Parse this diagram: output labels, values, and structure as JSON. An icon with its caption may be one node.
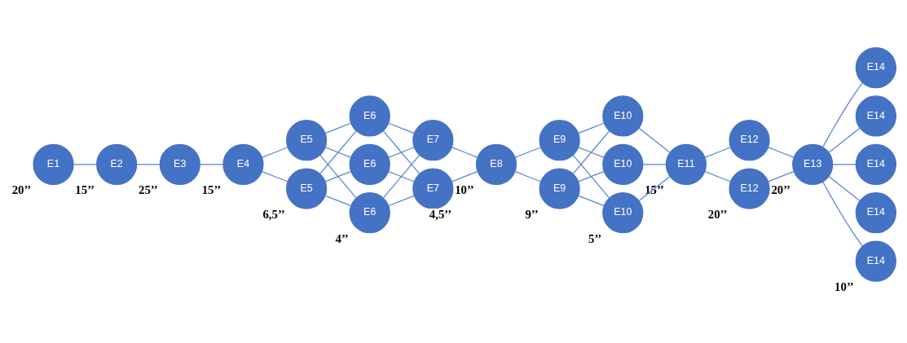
{
  "diagram": {
    "nodes": [
      {
        "text": [
          "E1"
        ],
        "beside": [
          "20’’"
        ]
      },
      {
        "text": [
          "E2"
        ],
        "beside": [
          "15’’"
        ]
      },
      {
        "text": [
          "E3"
        ],
        "beside": [
          "25’’"
        ]
      },
      {
        "text": [
          "E4"
        ],
        "beside": [
          "15’’"
        ]
      },
      {
        "text": [
          "E5"
        ]
      },
      {
        "text": [
          "E5"
        ],
        "beside": [
          "6,5’’"
        ]
      },
      {
        "text": [
          "E6"
        ]
      },
      {
        "text": [
          "E6"
        ]
      },
      {
        "text": [
          "E6"
        ],
        "beside": [
          "4’’"
        ]
      },
      {
        "text": [
          "E7"
        ]
      },
      {
        "text": [
          "E7"
        ],
        "beside": [
          "4,5’’"
        ]
      },
      {
        "text": [
          "E8"
        ],
        "beside": [
          "10’’"
        ]
      },
      {
        "text": [
          "E9"
        ]
      },
      {
        "text": [
          "E9"
        ],
        "beside": [
          "9’’"
        ]
      },
      {
        "text": [
          "E10"
        ]
      },
      {
        "text": [
          "E10"
        ]
      },
      {
        "text": [
          "E10"
        ],
        "beside": [
          "5’’"
        ]
      },
      {
        "text": [
          "E11"
        ],
        "beside": [
          "15’’"
        ]
      },
      {
        "text": [
          "E12"
        ]
      },
      {
        "text": [
          "E12"
        ],
        "beside": [
          "20’’"
        ]
      },
      {
        "text": [
          "E13"
        ],
        "beside": [
          "20’’"
        ]
      },
      {
        "text": [
          "E14"
        ]
      },
      {
        "text": [
          "E14"
        ]
      },
      {
        "text": [
          "E14"
        ]
      },
      {
        "text": [
          "E14"
        ]
      },
      {
        "text": [
          "E14"
        ],
        "beside": [
          "10’’"
        ]
      }
    ],
    "edges": [
      {
        "from": 0,
        "to": 1,
        "arrow": "none"
      },
      {
        "from": 1,
        "to": 2,
        "arrow": "none"
      },
      {
        "from": 2,
        "to": 3,
        "arrow": "none"
      },
      {
        "from": 3,
        "to": 4,
        "arrow": "none"
      },
      {
        "from": 3,
        "to": 5,
        "arrow": "none"
      },
      {
        "from": 4,
        "to": 6,
        "arrow": "none"
      },
      {
        "from": 4,
        "to": 7,
        "arrow": "none"
      },
      {
        "from": 4,
        "to": 8,
        "arrow": "none"
      },
      {
        "from": 5,
        "to": 6,
        "arrow": "none"
      },
      {
        "from": 5,
        "to": 7,
        "arrow": "none"
      },
      {
        "from": 5,
        "to": 8,
        "arrow": "none"
      },
      {
        "from": 6,
        "to": 9,
        "arrow": "none"
      },
      {
        "from": 6,
        "to": 10,
        "arrow": "none"
      },
      {
        "from": 7,
        "to": 9,
        "arrow": "none"
      },
      {
        "from": 7,
        "to": 10,
        "arrow": "none"
      },
      {
        "from": 8,
        "to": 9,
        "arrow": "none"
      },
      {
        "from": 8,
        "to": 10,
        "arrow": "none"
      },
      {
        "from": 9,
        "to": 11,
        "arrow": "none"
      },
      {
        "from": 10,
        "to": 11,
        "arrow": "none"
      },
      {
        "from": 11,
        "to": 12,
        "arrow": "none"
      },
      {
        "from": 11,
        "to": 13,
        "arrow": "none"
      },
      {
        "from": 12,
        "to": 14,
        "arrow": "none"
      },
      {
        "from": 12,
        "to": 15,
        "arrow": "none"
      },
      {
        "from": 12,
        "to": 16,
        "arrow": "none"
      },
      {
        "from": 13,
        "to": 14,
        "arrow": "none"
      },
      {
        "from": 13,
        "to": 15,
        "arrow": "none"
      },
      {
        "from": 13,
        "to": 16,
        "arrow": "none"
      },
      {
        "from": 14,
        "to": 17,
        "arrow": "none"
      },
      {
        "from": 15,
        "to": 17,
        "arrow": "none"
      },
      {
        "from": 16,
        "to": 17,
        "arrow": "none"
      },
      {
        "from": 17,
        "to": 18,
        "arrow": "none"
      },
      {
        "from": 17,
        "to": 19,
        "arrow": "none"
      },
      {
        "from": 18,
        "to": 20,
        "arrow": "none"
      },
      {
        "from": 19,
        "to": 20,
        "arrow": "none"
      },
      {
        "from": 20,
        "to": 21,
        "arrow": "none"
      },
      {
        "from": 20,
        "to": 22,
        "arrow": "none"
      },
      {
        "from": 20,
        "to": 23,
        "arrow": "none"
      },
      {
        "from": 20,
        "to": 24,
        "arrow": "none"
      },
      {
        "from": 20,
        "to": 25,
        "arrow": "none"
      }
    ]
  }
}
